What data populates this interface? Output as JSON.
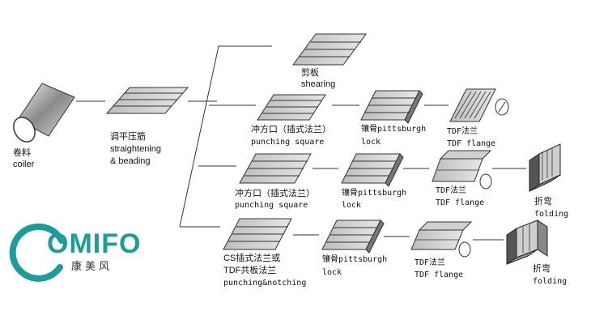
{
  "labels": {
    "coiler_cn": "卷料",
    "coiler_en": "coiler",
    "straight_cn": "调平压筋",
    "straight_en1": "straightening",
    "straight_en2": "& beading",
    "shearing_cn": "剪板",
    "shearing_en": "shearing",
    "r1_punch_cn": "冲方口（插式法兰）",
    "r1_punch_en": "punching square",
    "r1_lock_cn": "镶骨pittsburgh",
    "r1_lock_en": "lock",
    "r1_tdf_cn": "TDF法兰",
    "r1_tdf_en": "TDF flange",
    "r2_punch_cn": "冲方口（插式法兰）",
    "r2_punch_en": "punching square",
    "r2_lock_cn": "镶骨pittsburgh",
    "r2_lock_en": "lock",
    "r2_tdf_cn": "TDF法兰",
    "r2_tdf_en": "TDF flange",
    "r2_fold_cn": "折弯",
    "r2_fold_en": "folding",
    "r3_cs_cn1": "CS插式法兰或",
    "r3_cs_cn2": "TDF共板法兰",
    "r3_cs_en": "punching&notching",
    "r3_lock_cn": "镶骨pittsburgh",
    "r3_lock_en": "lock",
    "r3_tdf_cn": "TDF法兰",
    "r3_tdf_en": "TDF flange",
    "r3_fold_cn": "折弯",
    "r3_fold_en": "folding"
  },
  "logo": {
    "text": "OMIFO",
    "cn": "康美风",
    "color": "#1a9e9a"
  }
}
